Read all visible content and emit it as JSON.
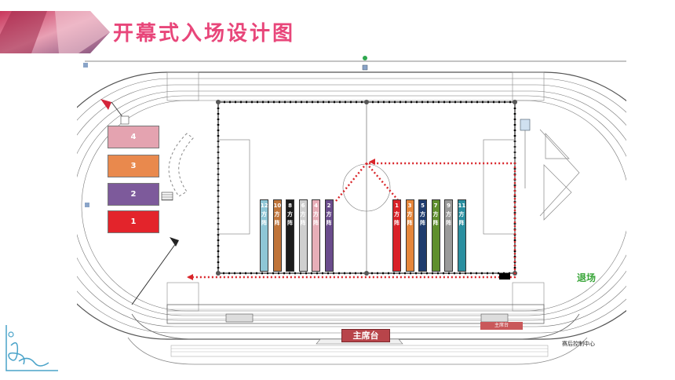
{
  "page": {
    "title": "开幕式入场设计图"
  },
  "labels": {
    "exit": "退场",
    "main_stand": "主席台",
    "control_center": "赛后控制中心",
    "mini_stand": "主席台"
  },
  "waiting_blocks": [
    {
      "label": "4",
      "color": "#e4a3b0"
    },
    {
      "label": "3",
      "color": "#e9894d"
    },
    {
      "label": "2",
      "color": "#7d5a9b"
    },
    {
      "label": "1",
      "color": "#e3242b"
    }
  ],
  "left_formations": [
    {
      "num": "12",
      "t1": "方",
      "t2": "阵",
      "color": "#8ec6d6"
    },
    {
      "num": "10",
      "t1": "方",
      "t2": "阵",
      "color": "#c0753a"
    },
    {
      "num": "8",
      "t1": "方",
      "t2": "阵",
      "color": "#1c1c1c"
    },
    {
      "num": "6",
      "t1": "方",
      "t2": "阵",
      "color": "#cfcfcf"
    },
    {
      "num": "4",
      "t1": "方",
      "t2": "阵",
      "color": "#e7aeb8"
    },
    {
      "num": "2",
      "t1": "方",
      "t2": "阵",
      "color": "#6a4c8c"
    }
  ],
  "right_formations": [
    {
      "num": "1",
      "t1": "方",
      "t2": "阵",
      "color": "#d92128"
    },
    {
      "num": "3",
      "t1": "方",
      "t2": "阵",
      "color": "#e6863a"
    },
    {
      "num": "5",
      "t1": "方",
      "t2": "阵",
      "color": "#1f3c6e"
    },
    {
      "num": "7",
      "t1": "方",
      "t2": "阵",
      "color": "#5f8f2e"
    },
    {
      "num": "9",
      "t1": "方",
      "t2": "阵",
      "color": "#9a9a9a"
    },
    {
      "num": "11",
      "t1": "方",
      "t2": "阵",
      "color": "#2a8fa0"
    }
  ],
  "colors": {
    "title": "#e8467a",
    "route": "#d9252a",
    "track_line": "#555555"
  }
}
